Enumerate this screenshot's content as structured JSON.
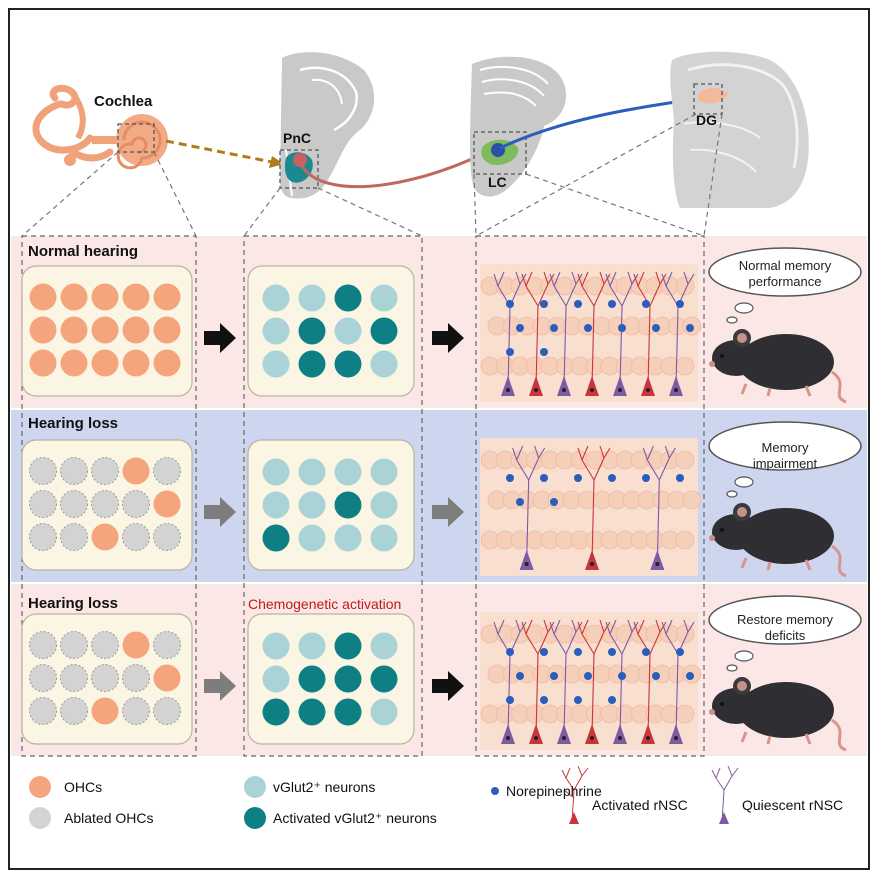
{
  "top": {
    "cochlea": "Cochlea",
    "pnc": "PnC",
    "lc": "LC",
    "dg": "DG"
  },
  "rows": [
    {
      "title": "Normal hearing",
      "thought": "Normal memory performance",
      "thought_lines": [
        "Normal memory",
        "performance"
      ]
    },
    {
      "title": "Hearing loss",
      "thought": "Memory impairment",
      "thought_lines": [
        "Memory",
        "impairment"
      ]
    },
    {
      "title": "Hearing loss",
      "thought": "Restore memory deficits",
      "thought_lines": [
        "Restore memory",
        "deficits"
      ],
      "note": "Chemogenetic activation"
    }
  ],
  "grids": {
    "ohc_rows": [
      [
        "ohc",
        "ohc",
        "ohc",
        "ohc",
        "ohc",
        "ohc",
        "ohc",
        "ohc",
        "ohc",
        "ohc",
        "ohc",
        "ohc",
        "ohc",
        "ohc",
        "ohc"
      ],
      [
        "abl",
        "abl",
        "abl",
        "ohc",
        "abl",
        "abl",
        "abl",
        "abl",
        "abl",
        "ohc",
        "abl",
        "abl",
        "ohc",
        "abl",
        "abl"
      ],
      [
        "abl",
        "abl",
        "abl",
        "ohc",
        "abl",
        "abl",
        "abl",
        "abl",
        "abl",
        "ohc",
        "abl",
        "abl",
        "ohc",
        "abl",
        "abl"
      ]
    ],
    "vglut_rows": [
      [
        "v",
        "v",
        "a",
        "v",
        "v",
        "a",
        "v",
        "a",
        "v",
        "a",
        "a",
        "v"
      ],
      [
        "v",
        "v",
        "v",
        "v",
        "v",
        "v",
        "a",
        "v",
        "a",
        "v",
        "v",
        "v"
      ],
      [
        "v",
        "v",
        "a",
        "v",
        "v",
        "a",
        "a",
        "a",
        "a",
        "a",
        "a",
        "v"
      ]
    ]
  },
  "arrows": [
    "black",
    "gray",
    "gray"
  ],
  "arrows2": [
    "black",
    "gray",
    "black"
  ],
  "legend": {
    "ohcs": "OHCs",
    "ablated": "Ablated OHCs",
    "vglut": "vGlut2⁺ neurons",
    "activated_vglut": "Activated vGlut2⁺ neurons",
    "norepinephrine": "Norepinephrine",
    "activated_rnsc": "Activated rNSC",
    "quiescent_rnsc": "Quiescent rNSC"
  },
  "colors": {
    "ohc": "#f5a57e",
    "ablated": "#d3d3d3",
    "vglut": "#a9d3d6",
    "activated": "#0f7f86",
    "norepinephrine": "#2a5ebd",
    "activated_rnsc": "#c8363a",
    "quiescent_rnsc": "#7c5aa6",
    "pink_band": "#fbe8e6",
    "blue_band": "#cdd6ee",
    "cream": "#fbf6e4"
  }
}
